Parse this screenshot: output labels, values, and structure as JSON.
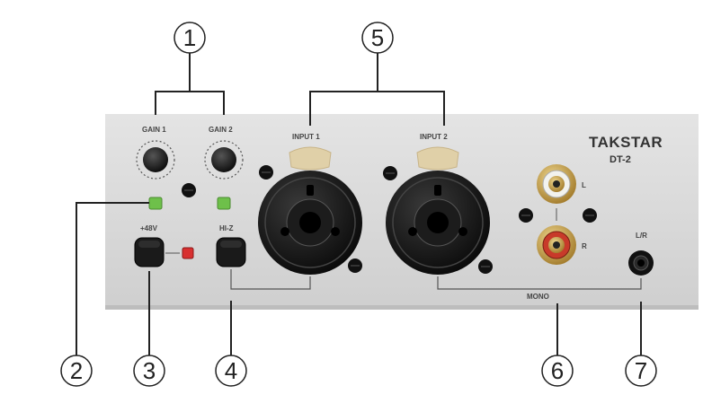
{
  "brand": "TAKSTAR",
  "model": "DT-2",
  "labels": {
    "gain1": "GAIN 1",
    "gain2": "GAIN 2",
    "input1": "INPUT 1",
    "input2": "INPUT 2",
    "phantom": "+48V",
    "hiz": "HI-Z",
    "rca_left": "L",
    "rca_right": "R",
    "headphone": "L/R",
    "mono": "MONO"
  },
  "callouts": [
    "1",
    "2",
    "3",
    "4",
    "5",
    "6",
    "7"
  ],
  "colors": {
    "panel": "#dcdcdc",
    "led_green": "#6ec04a",
    "led_red": "#d83030",
    "rca_white": "#f2f2ee",
    "rca_red": "#c83a2a",
    "gold": "#caa24a",
    "xlr_latch": "#e0d0a8"
  }
}
